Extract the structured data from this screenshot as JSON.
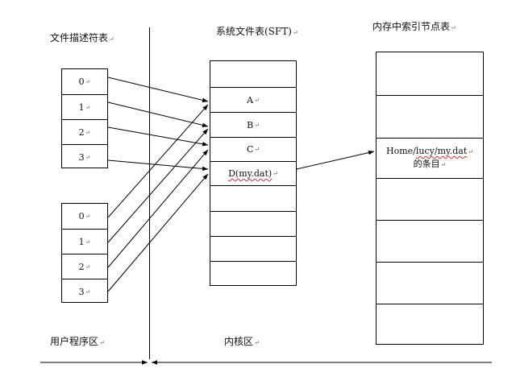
{
  "titles": {
    "fd_table": "文件描述符表",
    "sft": "系统文件表(SFT)",
    "inode_table": "内存中索引节点表"
  },
  "regions": {
    "user": "用户程序区",
    "kernel": "内核区"
  },
  "fd_group_1": [
    "0",
    "1",
    "2",
    "3"
  ],
  "fd_group_2": [
    "0",
    "1",
    "2",
    "3"
  ],
  "sft_rows": [
    "",
    "A",
    "B",
    "C",
    "D(my.dat)",
    "",
    "",
    "",
    ""
  ],
  "inode_entry": {
    "path": "Home/lucy/my.dat",
    "suffix": "的条目"
  },
  "return_mark": "↵",
  "colors": {
    "line": "#000000",
    "spell_underline": "#cc3333"
  }
}
